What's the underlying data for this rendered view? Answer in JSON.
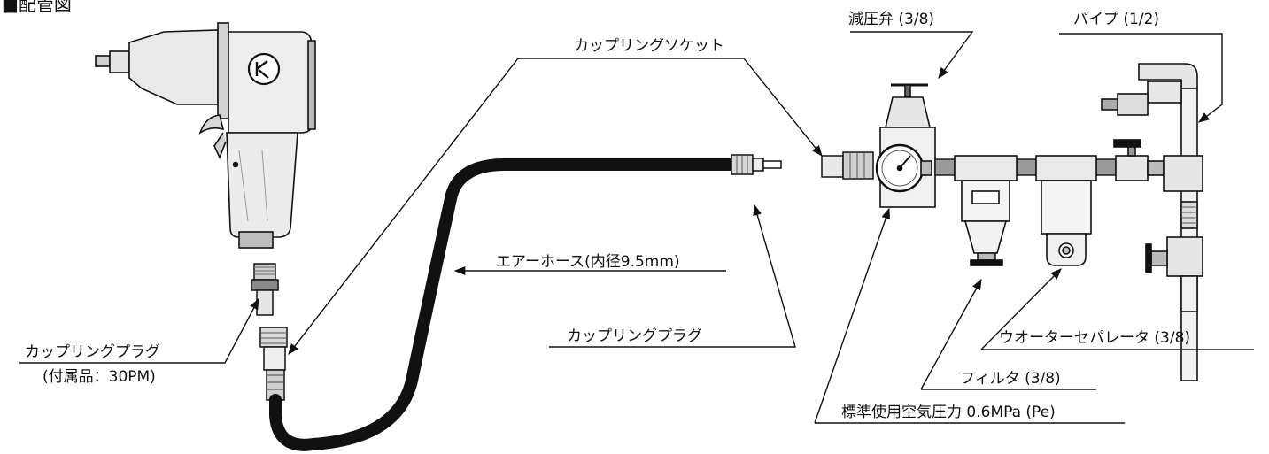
{
  "diagram": {
    "title": "■配管図",
    "labels": {
      "coupling_socket": "カップリングソケット",
      "reducing_valve": "減圧弁 (3/8)",
      "pipe": "パイプ (1/2)",
      "air_hose": "エアーホース(内径9.5mm)",
      "coupling_plug_right": "カップリングプラグ",
      "coupling_plug_left": "カップリングプラグ",
      "coupling_plug_left_note": "(付属品：30PM)",
      "water_separator": "ウオーターセパレータ (3/8)",
      "filter": "フィルタ (3/8)",
      "standard_pressure": "標準使用空気圧力 0.6MPa (Pe)"
    }
  }
}
